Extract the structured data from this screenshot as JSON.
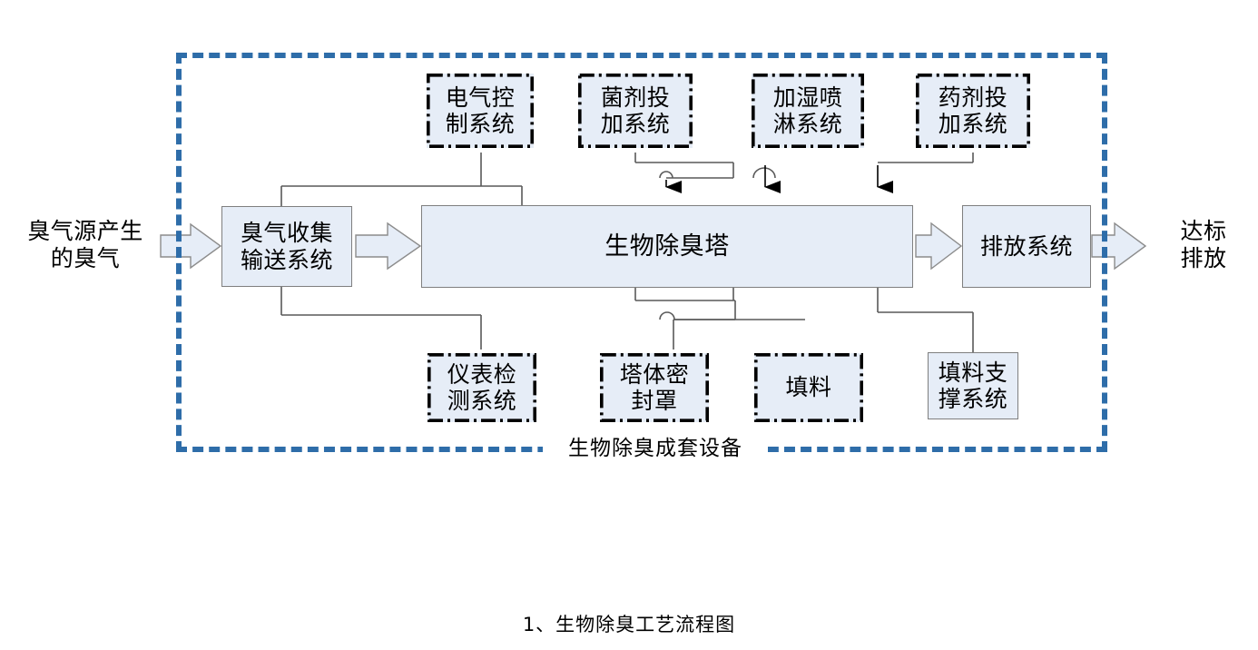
{
  "diagram": {
    "caption": "1、生物除臭工艺流程图",
    "enclosure_label": "生物除臭成套设备",
    "accent_color": "#2E6DA9",
    "box_fill": "#E6EDF7",
    "box_stroke": "#7F7F7F",
    "wire_color": "#595959",
    "input_label": "臭气源产生\n的臭气",
    "output_label": "达标\n排放",
    "process_boxes": [
      {
        "id": "collection",
        "label": "臭气收集\n输送系统"
      },
      {
        "id": "tower",
        "label": "生物除臭塔"
      },
      {
        "id": "discharge",
        "label": "排放系统"
      },
      {
        "id": "packing-support",
        "label": "填料支\n撑系统"
      }
    ],
    "subsystem_boxes_top": [
      {
        "id": "electric-control",
        "label": "电气控\n制系统"
      },
      {
        "id": "bacterial-dosing",
        "label": "菌剂投\n加系统"
      },
      {
        "id": "humidify-spray",
        "label": "加湿喷\n淋系统"
      },
      {
        "id": "chemical-dosing",
        "label": "药剂投\n加系统"
      }
    ],
    "subsystem_boxes_bottom": [
      {
        "id": "instrument-detection",
        "label": "仪表检\n测系统"
      },
      {
        "id": "tower-seal-cover",
        "label": "塔体密\n封罩"
      },
      {
        "id": "packing",
        "label": "填料"
      }
    ]
  }
}
